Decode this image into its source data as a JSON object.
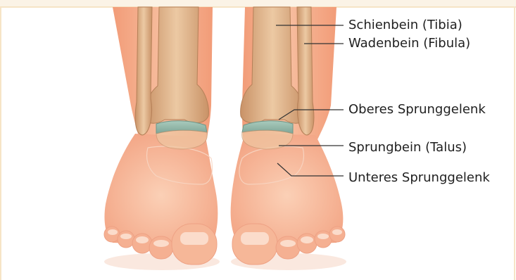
{
  "labels": {
    "tibia": "Schienbein (Tibia)",
    "fibula": "Wadenbein (Fibula)",
    "upper_ankle_joint": "Oberes Sprunggelenk",
    "talus": "Sprungbein (Talus)",
    "lower_ankle_joint": "Unteres Sprunggelenk"
  },
  "colors": {
    "skin": "#f3ad8c",
    "skin_light": "#f8c6a8",
    "bone": "#d9a77c",
    "bone_light": "#e9c39c",
    "cartilage": "#8fb7a7",
    "frame_accent": "#f7e3bf",
    "leader_line": "#333333"
  }
}
